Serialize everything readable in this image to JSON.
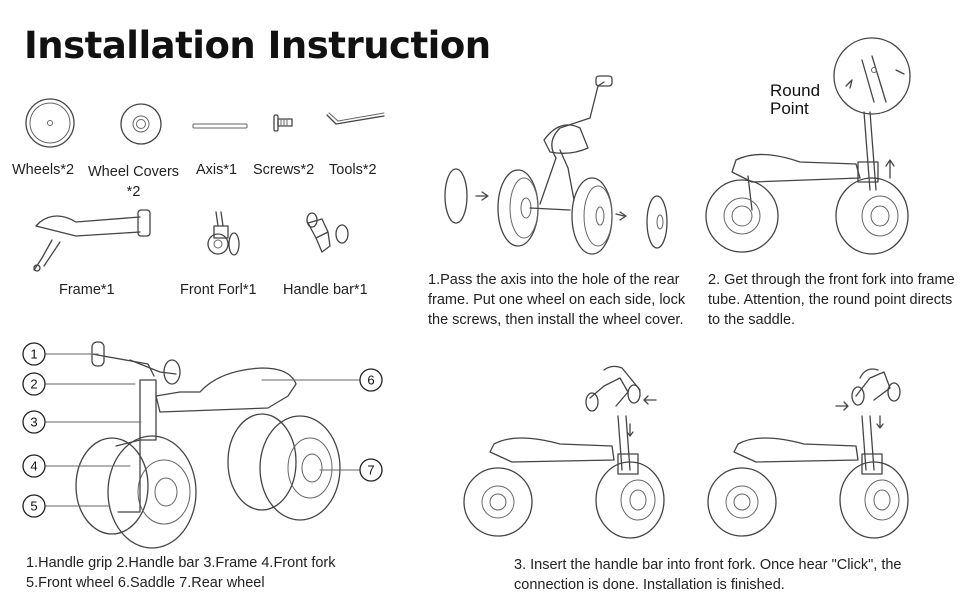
{
  "title": "Installation Instruction",
  "parts": [
    {
      "label": "Wheels*2",
      "icon": "wheel-icon"
    },
    {
      "label": "Wheel Covers\n*2",
      "icon": "wheel-cover-icon"
    },
    {
      "label": "Axis*1",
      "icon": "axis-icon"
    },
    {
      "label": "Screws*2",
      "icon": "screw-icon"
    },
    {
      "label": "Tools*2",
      "icon": "allen-key-icon"
    },
    {
      "label": "Frame*1",
      "icon": "frame-icon"
    },
    {
      "label": "Front Forl*1",
      "icon": "front-fork-icon"
    },
    {
      "label": "Handle bar*1",
      "icon": "handle-bar-icon"
    }
  ],
  "steps": {
    "step1": "1.Pass the axis into the hole of the rear frame. Put one wheel on each side, lock the screws, then install the wheel cover.",
    "step2": "2. Get through the front fork into frame tube. Attention, the round point directs to the saddle.",
    "step3": "3. Insert the handle bar into front fork. Once hear \"Click\", the connection is done.  Installation is finished."
  },
  "round_point_label": "Round\nPoint",
  "diagram_numbers": [
    "1",
    "2",
    "3",
    "4",
    "5",
    "6",
    "7"
  ],
  "legend": {
    "line1": "1.Handle grip   2.Handle bar    3.Frame   4.Front fork",
    "line2": "5.Front wheel  6.Saddle  7.Rear wheel"
  }
}
